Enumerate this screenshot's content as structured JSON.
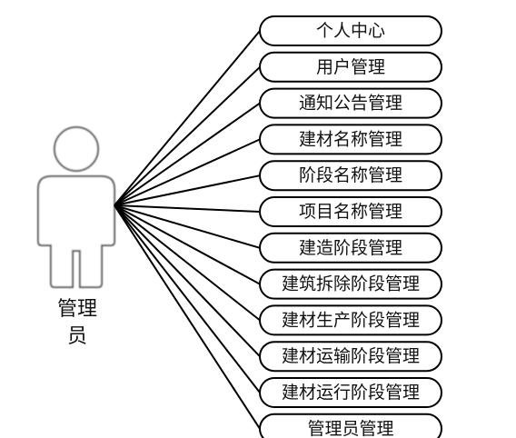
{
  "actor": {
    "label_line1": "管理",
    "label_line2": "员"
  },
  "use_cases": [
    "个人中心",
    "用户管理",
    "通知公告管理",
    "建材名称管理",
    "阶段名称管理",
    "项目名称管理",
    "建造阶段管理",
    "建筑拆除阶段管理",
    "建材生产阶段管理",
    "建材运输阶段管理",
    "建材运行阶段管理",
    "管理员管理"
  ]
}
